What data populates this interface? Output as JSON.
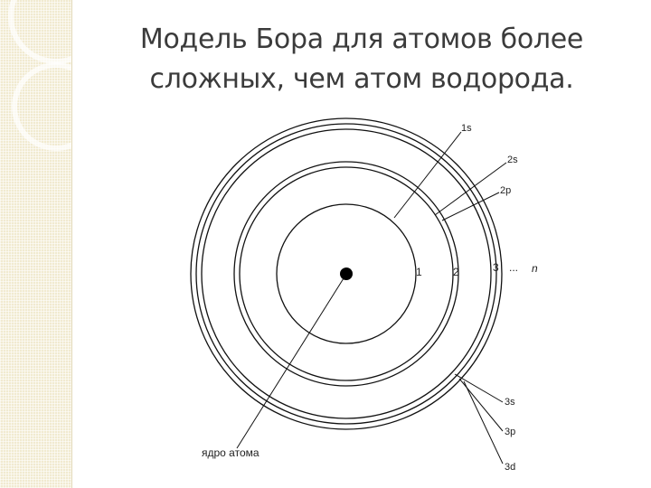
{
  "slide": {
    "title_line1": "Модель Бора для атомов более",
    "title_line2": "сложных, чем атом водорода."
  },
  "diagram": {
    "shell_numbers": [
      "1",
      "2",
      "3",
      "...",
      "n"
    ],
    "subshell_labels": [
      "1s",
      "2s",
      "2p",
      "3s",
      "3p",
      "3d"
    ],
    "nucleus_label": "ядро атома"
  },
  "colors": {
    "sidebar": "#f1ead0",
    "title": "#3b3b3b",
    "line": "#111111"
  }
}
